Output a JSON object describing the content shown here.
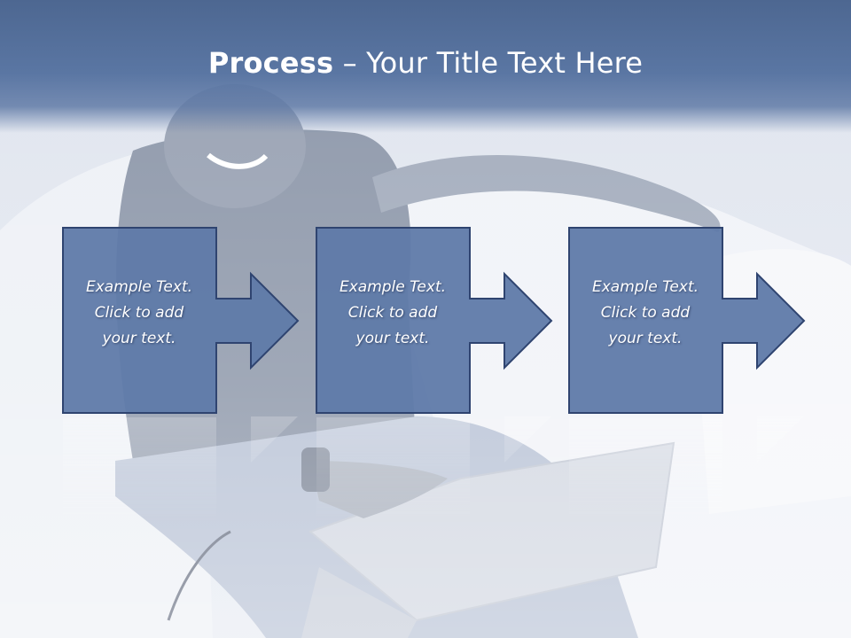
{
  "slide": {
    "title_bold": "Process",
    "title_rest": " – Your Title Text Here"
  },
  "steps": [
    {
      "text": "Example Text.\nClick  to add\nyour text."
    },
    {
      "text": "Example Text.\nClick  to add\nyour text."
    },
    {
      "text": "Example Text.\nClick  to add\nyour text."
    }
  ],
  "colors": {
    "box_fill": "#5f7aa9",
    "box_stroke": "#2f4470",
    "title_band": "#5a76a3",
    "text": "#ffffff"
  },
  "background": {
    "subject": "person-with-laptop-photo"
  }
}
